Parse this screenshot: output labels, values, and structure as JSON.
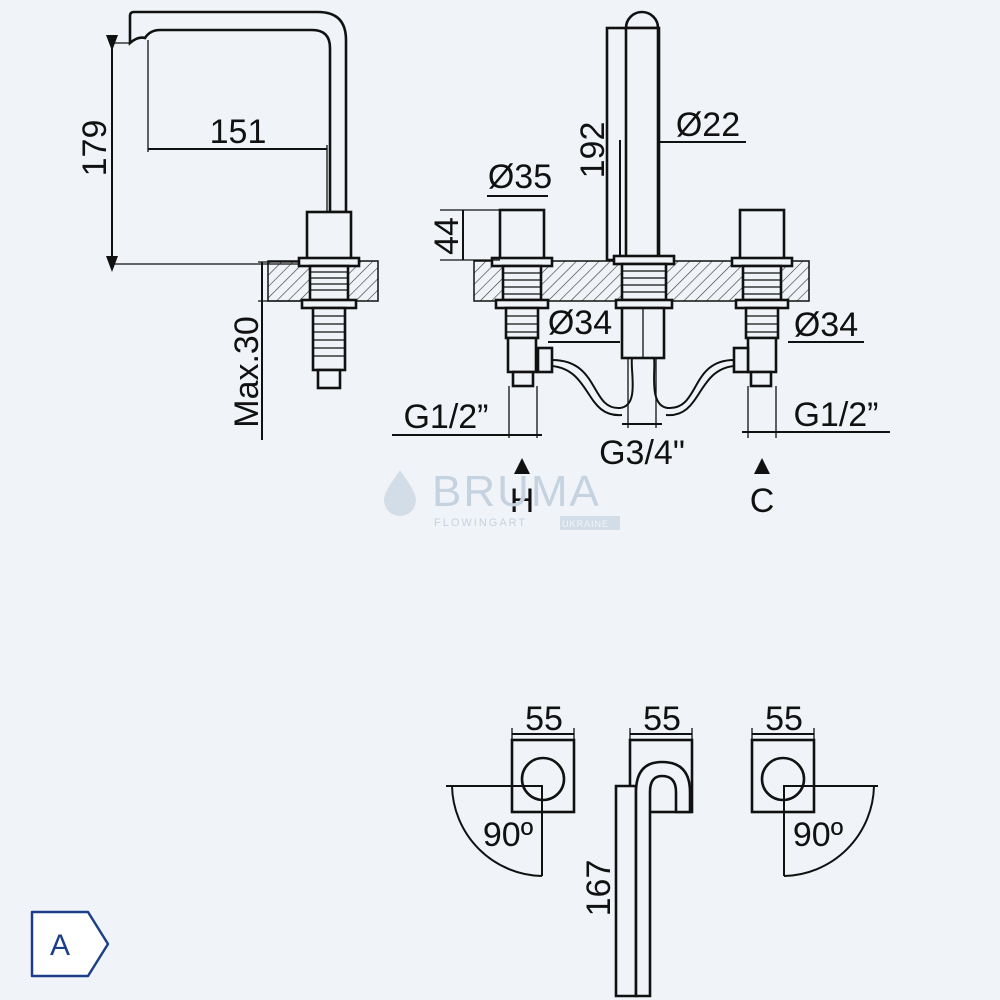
{
  "dimensions": {
    "d179": "179",
    "d151": "151",
    "max30": "Max.30",
    "d44": "44",
    "dia35": "Ø35",
    "d192": "192",
    "dia22": "Ø22",
    "dia34_left": "Ø34",
    "dia34_right": "Ø34",
    "g12_left": "G1/2”",
    "g34": "G3/4\"",
    "g12_right": "G1/2”",
    "plan_55_left": "55",
    "plan_55_mid": "55",
    "plan_55_right": "55",
    "angle_left": "90º",
    "angle_right": "90º",
    "d167": "167"
  },
  "supply_labels": {
    "hot": "H",
    "cold": "C"
  },
  "watermark": {
    "brand": "BRUMA",
    "tagline": "FLOWINGART",
    "region": "UKRAINE"
  },
  "badge": {
    "letter": "A",
    "border_color": "#1d3f8a"
  },
  "colors": {
    "background": "#f0f4f8",
    "line": "#111111"
  }
}
